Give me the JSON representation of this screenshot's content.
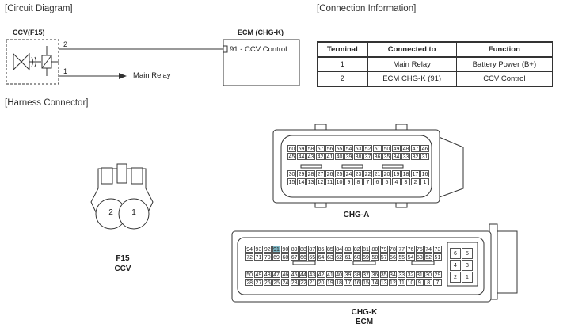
{
  "sections": {
    "circuit_diagram": "[Circuit Diagram]",
    "connection_info": "[Connection Information]",
    "harness_connector": "[Harness Connector]"
  },
  "circuit": {
    "component_label": "CCV(F15)",
    "ecm_label": "ECM (CHG-K)",
    "pin2": "2",
    "pin1": "1",
    "ecm_pin_text": "91 - CCV Control",
    "main_relay": "Main Relay"
  },
  "table": {
    "headers": [
      "Terminal",
      "Connected to",
      "Function"
    ],
    "rows": [
      [
        "1",
        "Main Relay",
        "Battery Power (B+)"
      ],
      [
        "2",
        "ECM CHG-K (91)",
        "CCV Control"
      ]
    ]
  },
  "f15": {
    "pin_left": "2",
    "pin_right": "1",
    "label_line1": "F15",
    "label_line2": "CCV"
  },
  "chg_a": {
    "label": "CHG-A",
    "row1": [
      "60",
      "59",
      "58",
      "57",
      "56",
      "55",
      "54",
      "53",
      "52",
      "51",
      "50",
      "49",
      "48",
      "47",
      "46"
    ],
    "row2": [
      "45",
      "44",
      "43",
      "42",
      "41",
      "40",
      "39",
      "38",
      "37",
      "36",
      "35",
      "34",
      "33",
      "32",
      "31"
    ],
    "row3": [
      "30",
      "29",
      "28",
      "27",
      "26",
      "25",
      "24",
      "23",
      "22",
      "21",
      "20",
      "19",
      "18",
      "17",
      "16"
    ],
    "row4": [
      "15",
      "14",
      "13",
      "12",
      "11",
      "10",
      "9",
      "8",
      "7",
      "6",
      "5",
      "4",
      "3",
      "2",
      "1"
    ]
  },
  "chg_k": {
    "label_line1": "CHG-K",
    "label_line2": "ECM",
    "row1": [
      "94",
      "93",
      "92",
      "91",
      "90",
      "89",
      "88",
      "87",
      "86",
      "85",
      "84",
      "83",
      "82",
      "81",
      "80",
      "79",
      "78",
      "77",
      "76",
      "75",
      "74",
      "73"
    ],
    "row2": [
      "72",
      "71",
      "70",
      "69",
      "68",
      "67",
      "66",
      "65",
      "64",
      "63",
      "62",
      "61",
      "60",
      "59",
      "58",
      "57",
      "56",
      "55",
      "54",
      "53",
      "52",
      "51"
    ],
    "row3": [
      "50",
      "49",
      "48",
      "47",
      "46",
      "45",
      "44",
      "43",
      "42",
      "41",
      "40",
      "39",
      "38",
      "37",
      "36",
      "35",
      "34",
      "33",
      "32",
      "31",
      "30",
      "29"
    ],
    "row4": [
      "28",
      "27",
      "26",
      "25",
      "24",
      "23",
      "22",
      "21",
      "20",
      "19",
      "18",
      "17",
      "16",
      "15",
      "14",
      "13",
      "12",
      "11",
      "10",
      "9",
      "8",
      "7"
    ],
    "small_block": [
      [
        "6",
        "5"
      ],
      [
        "4",
        "3"
      ],
      [
        "2",
        "1"
      ]
    ],
    "highlight_pin": "91",
    "highlight_color": "#7fb8c6"
  }
}
